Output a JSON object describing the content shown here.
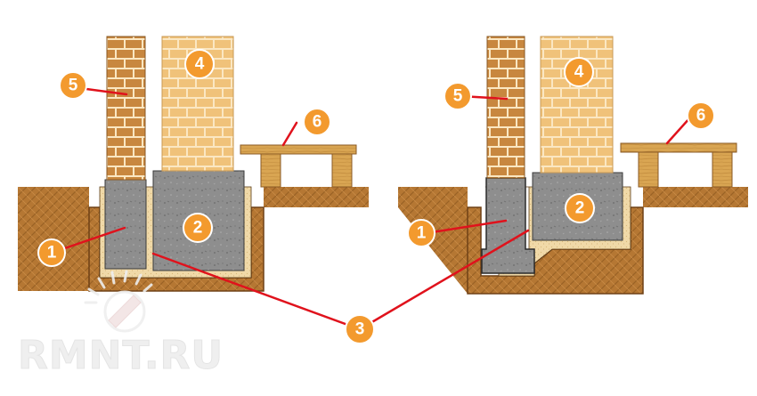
{
  "diagram": {
    "left_variant": {
      "callouts": [
        "1",
        "2",
        "4",
        "5",
        "6"
      ]
    },
    "right_variant": {
      "callouts": [
        "1",
        "2",
        "4",
        "5",
        "6"
      ]
    },
    "shared_callout": "3"
  },
  "watermark": {
    "text": "RMNT.RU"
  },
  "colors": {
    "soil": "#b57733",
    "soil_dark": "#8a5320",
    "sand": "#f0d9a8",
    "concrete": "#8c8c8c",
    "concrete_dark": "#5e5e5e",
    "brick_dark": "#c8873f",
    "brick_light": "#f0c27a",
    "mortar": "#fbe7c2",
    "wood": "#d9a552",
    "badge": "#f39a2e",
    "leader": "#e0121c"
  }
}
